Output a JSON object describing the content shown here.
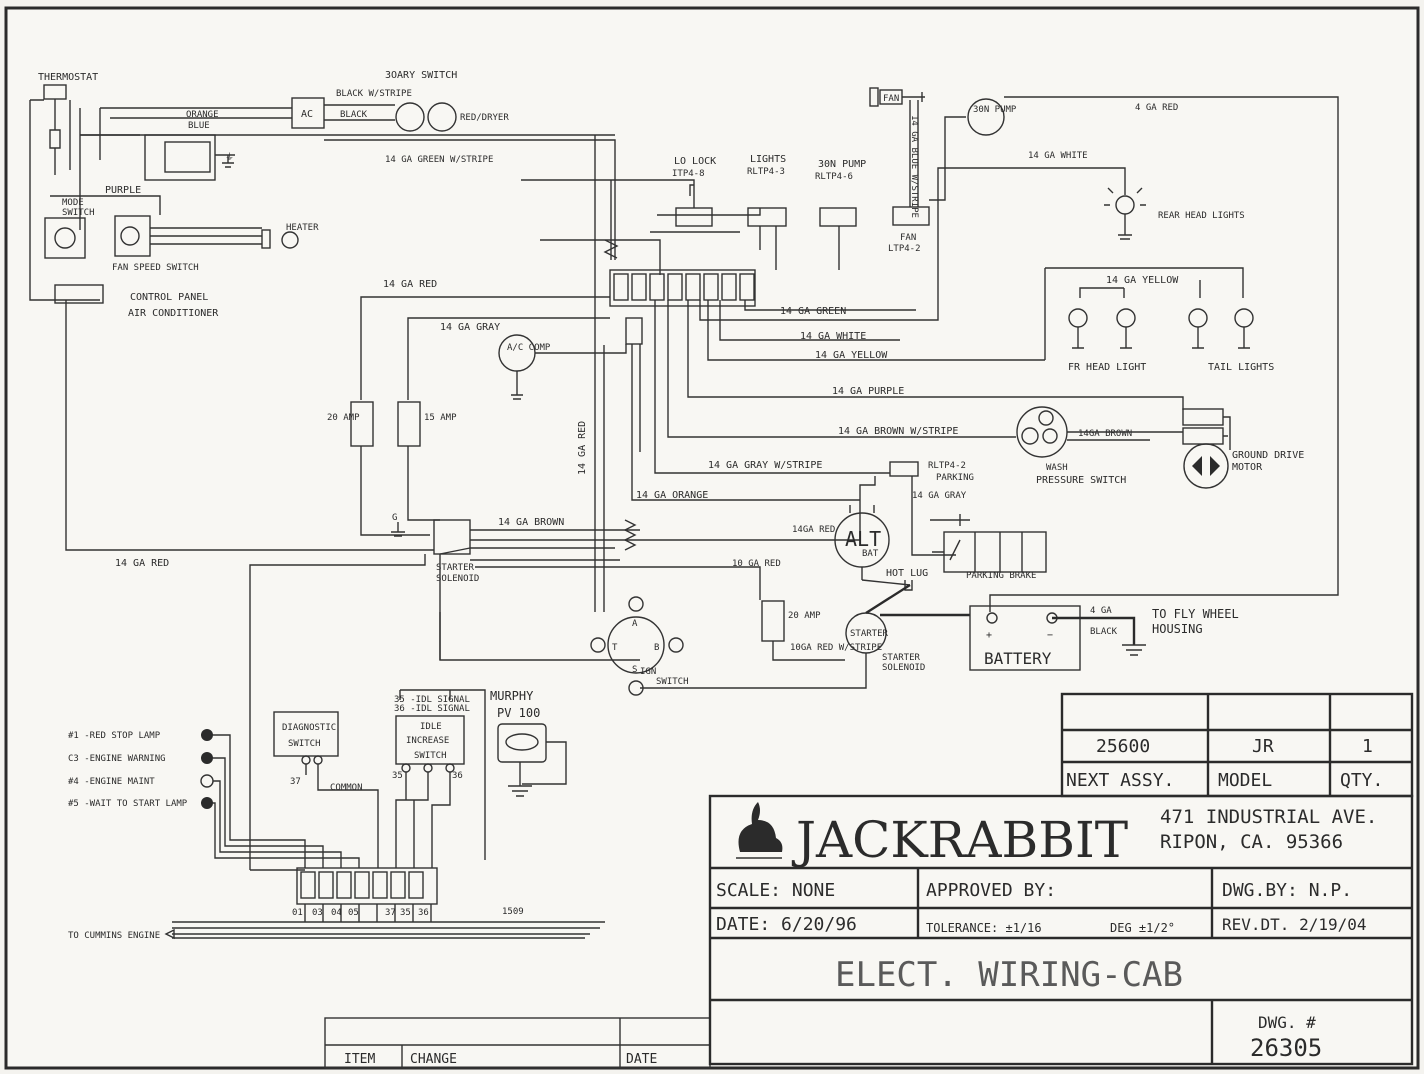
{
  "labels": {
    "thermostat": "THERMOSTAT",
    "dryer_switch": "3OARY SWITCH",
    "black_wstripe": "BLACK W/STRIPE",
    "black": "BLACK",
    "red_dryer": "RED/DRYER",
    "orange": "ORANGE",
    "blue": "BLUE",
    "ac": "AC",
    "green_wstripe": "14 GA GREEN W/STRIPE",
    "purple": "PURPLE",
    "mode_switch": "MODE SWITCH",
    "fan_speed_switch": "FAN SPEED SWITCH",
    "heater": "HEATER",
    "control_panel": "CONTROL PANEL",
    "air_conditioner": "AIR CONDITIONER",
    "lo_lock": "LO LOCK",
    "lo_lock_id": "ITP4-8",
    "lights": "LIGHTS",
    "lights_id": "RLTP4-3",
    "pump": "30N PUMP",
    "pump_id": "RLTP4-6",
    "fan": "FAN",
    "fan_id": "LTP4-2",
    "fan_wire": "14 GA BLUE W/STRIPE",
    "pump_motor": "30N PUMP",
    "red_4ga": "4 GA RED",
    "white_14ga": "14 GA WHITE",
    "rear_head_lights": "REAR HEAD LIGHTS",
    "yellow_14ga": "14 GA YELLOW",
    "front_head_light": "FR HEAD LIGHT",
    "tail_lights": "TAIL LIGHTS",
    "red_14ga": "14 GA RED",
    "gray_14ga": "14 GA GRAY",
    "ac_comp": "A/C COMP",
    "green_14ga": "14 GA GREEN",
    "white_14ga_b": "14 GA WHITE",
    "yellow_14ga_b": "14 GA YELLOW",
    "purple_14ga": "14 GA PURPLE",
    "brown_wstripe": "14 GA BROWN W/STRIPE",
    "brown_14ga_small": "14GA BROWN",
    "ground_drive_motor": "GROUND DRIVE MOTOR",
    "wash_pressure_switch": "WASH PRESSURE SWITCH",
    "gray_wstripe": "14 GA GRAY W/STRIPE",
    "parking_id": "RLTP4-2",
    "parking": "PARKING",
    "gray_14ga_b": "14 GA GRAY",
    "orange_14ga": "14 GA ORANGE",
    "amp20": "20 AMP",
    "amp15": "15 AMP",
    "red_vertical": "14 GA RED",
    "brown_14ga": "14 GA BROWN",
    "g": "G",
    "starter_solenoid": "STARTER SOLENOID",
    "red_14ga_b": "14 GA RED",
    "red_14ga_alt": "14GA RED",
    "alt": "ALT",
    "bat": "BAT",
    "red_10ga": "10 GA RED",
    "hot_lug": "HOT LUG",
    "parking_brake": "PARKING BRAKE",
    "amp20_b": "20 AMP",
    "red_wstripe_10ga": "10GA RED W/STRIPE",
    "starter": "STARTER",
    "starter_solenoid_b": "STARTER SOLENOID",
    "battery": "BATTERY",
    "black_4ga": "4 GA BLACK",
    "fly_wheel": "TO FLY WHEEL HOUSING",
    "ign_switch": "IGN SWITCH",
    "murphy": "MURPHY",
    "pv100": "PV 100",
    "lamp1": "#1 -RED STOP LAMP",
    "lamp2": "C3 -ENGINE WARNING",
    "lamp3": "#4 -ENGINE MAINT",
    "lamp4": "#5 -WAIT TO START LAMP",
    "diag1": "DIAGNOSTIC",
    "diag2": "SWITCH",
    "idle_hdr1": "35 -IDL SIGNAL",
    "idle_hdr2": "36 -IDL SIGNAL",
    "idle1": "IDLE",
    "idle2": "INCREASE",
    "idle3": "SWITCH",
    "common": "COMMON",
    "to_cummins": "TO CUMMINS ENGINE",
    "pin_1509": "1509",
    "n37": "37",
    "n35": "35",
    "n36": "36"
  },
  "ign_terminals": [
    "A",
    "T",
    "B",
    "S"
  ],
  "connector_pins": [
    "01",
    "03",
    "04",
    "05",
    "37",
    "35",
    "36"
  ],
  "title_block": {
    "rows": [
      [
        "",
        "",
        ""
      ],
      [
        "25600",
        "JR",
        "1"
      ],
      [
        "NEXT ASSY.",
        "MODEL",
        "QTY."
      ]
    ],
    "company": "JACKRABBIT",
    "address1": "471 INDUSTRIAL AVE.",
    "address2": "RIPON, CA. 95366",
    "scale": "SCALE: NONE",
    "approved": "APPROVED BY:",
    "dwg_by": "DWG.BY: N.P.",
    "date": "DATE: 6/20/96",
    "tolerance": "TOLERANCE: ±1/16",
    "deg": "DEG ±1/2°",
    "rev": "REV.DT. 2/19/04",
    "title": "ELECT. WIRING-CAB",
    "dwg_label": "DWG. #",
    "dwg_number": "26305"
  },
  "revision_block": {
    "item": "ITEM",
    "change": "CHANGE",
    "date": "DATE"
  }
}
